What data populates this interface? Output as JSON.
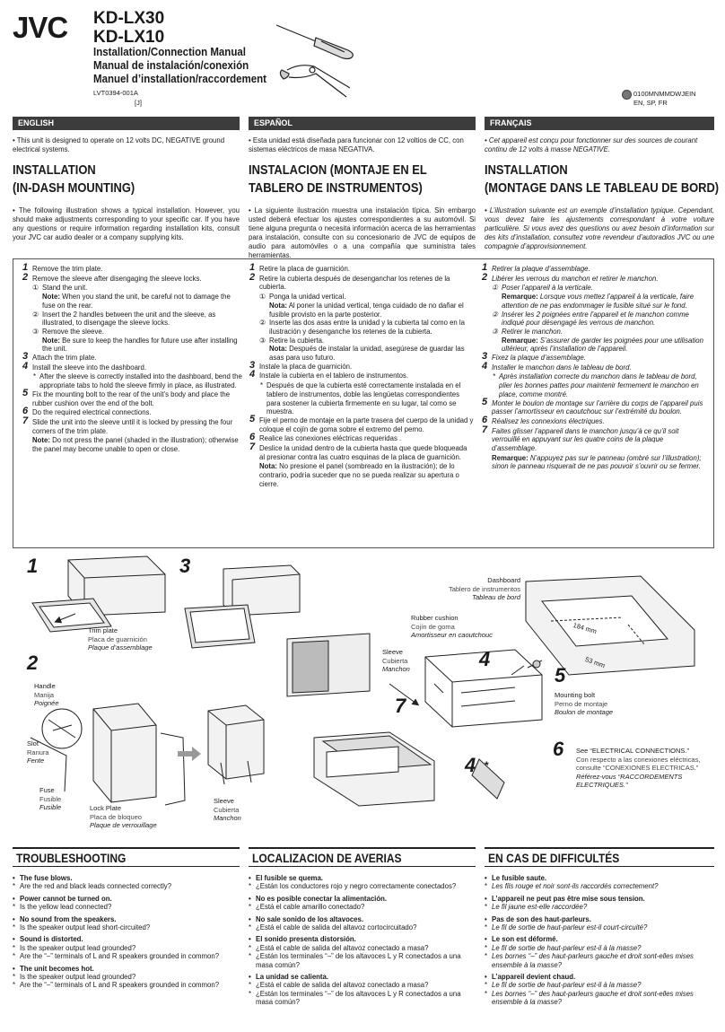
{
  "brand": "JVC",
  "models": [
    "KD-LX30",
    "KD-LX10"
  ],
  "manual_titles": [
    "Installation/Connection Manual",
    "Manual de instalación/conexión",
    "Manuel d’installation/raccordement"
  ],
  "doc_code": "LVT0394-001A",
  "doc_code_sub": "[J]",
  "region_code": "0100MNMMDWJEIN",
  "languages_code": "EN, SP, FR",
  "columns": [
    {
      "lang": "ENGLISH",
      "intro": "• This unit is designed to operate on 12 volts DC, NEGATIVE ground electrical systems.",
      "heading": [
        "INSTALLATION",
        "(IN-DASH MOUNTING)"
      ],
      "body": "• The following illustration shows a typical installation. However, you should make adjustments corresponding to your specific car. If you have any questions or require information regarding installation kits, consult your JVC car audio dealer or a company supplying kits.",
      "steps": {
        "s1": "Remove the trim plate.",
        "s2": "Remove the sleeve after disengaging the sleeve locks.",
        "s2_1": "Stand the unit.",
        "s2_1_note_label": "Note:",
        "s2_1_note": "When you stand the unit, be careful not to damage the fuse on the rear.",
        "s2_2": "Insert the 2 handles between the unit and the sleeve, as illustrated, to disengage the sleeve locks.",
        "s2_3": "Remove the sleeve.",
        "s2_3_note_label": "Note:",
        "s2_3_note": "Be sure to keep the handles for future use after installing the unit.",
        "s3": "Attach the trim plate.",
        "s4": "Install the sleeve into the dashboard.",
        "s4_ast": "After the sleeve is correctly installed into the dashboard, bend the appropriate tabs to hold the sleeve firmly in place, as illustrated.",
        "s5": "Fix the mounting bolt to the rear of the unit’s body and place the rubber cushion over the end of the bolt.",
        "s6": "Do the required electrical connections.",
        "s7": "Slide the unit into the sleeve until it is locked by pressing the four corners of the trim plate.",
        "s7_note_label": "Note:",
        "s7_note": "Do not press the panel (shaded in the illustration); otherwise the panel may become unable to open or close."
      },
      "tb_heading": "TROUBLESHOOTING",
      "tb": [
        {
          "q": "The fuse blows.",
          "a": [
            "Are the red and black leads connected correctly?"
          ]
        },
        {
          "q": "Power cannot be turned on.",
          "a": [
            "Is the yellow lead connected?"
          ]
        },
        {
          "q": "No sound from the speakers.",
          "a": [
            "Is the speaker output lead short-circuited?"
          ]
        },
        {
          "q": "Sound is distorted.",
          "a": [
            "Is the speaker output lead grounded?",
            "Are the “–” terminals of L and R speakers grounded in common?"
          ]
        },
        {
          "q": "The unit becomes hot.",
          "a": [
            "Is the speaker output lead grounded?",
            "Are the “–” terminals of L and R speakers grounded in common?"
          ]
        }
      ]
    },
    {
      "lang": "ESPAÑOL",
      "intro": "• Esta unidad está diseñada para funcionar con 12 voltios de CC, con sistemas eléctricos de masa NEGATIVA.",
      "heading": [
        "INSTALACION (MONTAJE EN EL",
        "TABLERO DE INSTRUMENTOS)"
      ],
      "body": "• La siguiente ilustración muestra una instalación típica. Sin embargo usted deberá efectuar los ajustes correspondientes a su automóvil. Si tiene alguna pregunta o necesita información acerca de las herramientas para instalación, consulte con su concesionario de JVC de equipos de audio para automóviles o a una compañía que suministra tales herramientas.",
      "steps": {
        "s1": "Retire la placa de guarnición.",
        "s2": "Retire la cubierta después de desenganchar los retenes de la cubierta.",
        "s2_1": "Ponga la unidad vertical.",
        "s2_1_note_label": "Nota:",
        "s2_1_note": "Al poner la unidad vertical, tenga cuidado de no dañar el fusible provisto en la parte posterior.",
        "s2_2": "Inserte las dos asas entre la unidad y la cubierta tal como en la ilustración y desenganche los retenes de la cubierta.",
        "s2_3": "Retire la cubierta.",
        "s2_3_note_label": "Nota:",
        "s2_3_note": "Después de instalar la unidad, asegúrese de guardar las asas para uso futuro.",
        "s3": "Instale la placa de guarnición.",
        "s4": "Instale la cubierta en el tablero de instrumentos.",
        "s4_ast": "Después de que la cubierta esté correctamente instalada en el tablero de instrumentos, doble las lengüetas correspondientes para sostener la cubierta firmemente en su lugar, tal como se muestra.",
        "s5": "Fije el perno de montaje en la parte trasera del cuerpo de la unidad y coloque el cojín de goma sobre el extremo del perno.",
        "s6": "Realice las conexiones eléctricas requeridas .",
        "s7": "Deslice la unidad dentro de la cubierta hasta que quede bloqueada al presionar contra las cuatro esquinas de la placa de guarnición.",
        "s7_note_label": "Nota:",
        "s7_note": "No presione el panel (sombreado en la ilustración); de lo contrario, podría suceder que no se pueda realizar su apertura o cierre."
      },
      "tb_heading": "LOCALIZACION DE AVERIAS",
      "tb": [
        {
          "q": "El fusible se quema.",
          "a": [
            "¿Están los conductores rojo y negro correctamente conectados?"
          ]
        },
        {
          "q": "No es posible conectar la alimentación.",
          "a": [
            "¿Está el cable amarillo conectado?"
          ]
        },
        {
          "q": "No sale sonido de los altavoces.",
          "a": [
            "¿Está el cable de salida del altavoz cortocircuitado?"
          ]
        },
        {
          "q": "El sonido presenta distorsión.",
          "a": [
            "¿Está el cable de salida del altavoz conectado a masa?",
            "¿Están los terminales “–” de los altavoces L y R conectados a una masa común?"
          ]
        },
        {
          "q": "La unidad se calienta.",
          "a": [
            "¿Está el cable de salida del altavoz conectado a masa?",
            "¿Están los terminales “–” de los altavoces L y R conectados a una masa común?"
          ]
        }
      ]
    },
    {
      "lang": "FRANÇAIS",
      "intro": "• Cet appareil est conçu pour fonctionner sur des sources de courant continu de 12 volts à masse NEGATIVE.",
      "heading": [
        "INSTALLATION",
        "(MONTAGE DANS LE TABLEAU DE BORD)"
      ],
      "body": "• L’illustration suivante est un exemple d’installation typique. Cependant, vous devez faire les ajustements correspondant à votre voiture particulière. Si vous avez des questions ou avez besoin d’information sur des kits d’installation, consultez votre revendeur d’autoradios JVC ou une compagnie d’approvisionnement.",
      "steps": {
        "s1": "Retirer la plaque d’assemblage.",
        "s2": "Libérer les verrous du manchon et retirer le manchon.",
        "s2_1": "Poser l’appareil à la verticale.",
        "s2_1_note_label": "Remarque:",
        "s2_1_note": "Lorsque vous mettez l’appareil à la verticale, faire attention de ne pas endommager le fusible situé sur le fond.",
        "s2_2": "Insérer les 2 poignées entre l’appareil et le manchon comme indiqué pour désengagé les verrous de manchon.",
        "s2_3": "Retirer le manchon.",
        "s2_3_note_label": "Remarque:",
        "s2_3_note": "S’assurer de garder les poignées pour une utilisation ultérieur, après l’installation de l’appareil.",
        "s3": "Fixez la plaque d’assemblage.",
        "s4": "Installer le manchon dans le tableau de bord.",
        "s4_ast": "Après installation correcte du manchon dans le tableau de bord, plier les bonnes pattes pour maintenir fermement le manchon en place, comme montré.",
        "s5": "Monter le boulon de montage sur l’arrière du corps de l’appareil puis passer l’amortisseur en caoutchouc sur l’extrémité du boulon.",
        "s6": "Réalisez les connexions électriques.",
        "s7": "Faites glisser l’appareil dans le manchon jusqu’à ce qu’il soit verrouillé en appuyant sur les quatre coins de la plaque d’assemblage.",
        "s7_note_label": "Remarque:",
        "s7_note": "N’appuyez pas sur le panneau (ombré sur l’illustration); sinon le panneau risquerait de ne pas pouvoir s’ouvrir ou se fermer."
      },
      "tb_heading": "EN CAS DE DIFFICULTÉS",
      "tb": [
        {
          "q": "Le fusible saute.",
          "a": [
            "Les fils rouge et noir sont-ils raccordés correctement?"
          ]
        },
        {
          "q": "L’appareil ne peut pas être mise sous tension.",
          "a": [
            "Le fil jaune est-elle raccordée?"
          ]
        },
        {
          "q": "Pas de son des haut-parleurs.",
          "a": [
            "Le fil de sortie de haut-parleur est-il court-circuité?"
          ]
        },
        {
          "q": "Le son est déformé.",
          "a": [
            "Le fil de sortie de haut-parleur est-il à la masse?",
            "Les bornes “–” des haut-parleurs gauche et droit sont-elles mises ensemble à la masse?"
          ]
        },
        {
          "q": "L’appareil devient chaud.",
          "a": [
            "Le fil de sortie de haut-parleur est-il à la masse?",
            "Les bornes “–” des haut-parleurs gauche et droit sont-elles mises ensemble à la masse?"
          ]
        }
      ]
    }
  ],
  "figure": {
    "step_numbers": [
      "1",
      "2",
      "3",
      "4",
      "5",
      "6",
      "7"
    ],
    "asterisk": "*",
    "trim_plate": [
      "Trim plate",
      "Placa de guarnición",
      "Plaque d’assemblage"
    ],
    "handle": [
      "Handle",
      "Manija",
      "Poignée"
    ],
    "slot": [
      "Slot",
      "Ranura",
      "Fente"
    ],
    "fuse": [
      "Fuse",
      "Fusible",
      "Fusible"
    ],
    "lock_plate": [
      "Lock Plate",
      "Placa de bloqueo",
      "Plaque de verrouillage"
    ],
    "sleeve_left": [
      "Sleeve",
      "Cubierta",
      "Manchon"
    ],
    "sleeve_mid": [
      "Sleeve",
      "Cubierta",
      "Manchon"
    ],
    "dashboard": [
      "Dashboard",
      "Tablero de instrumentos",
      "Tableau de bord"
    ],
    "rubber_cushion": [
      "Rubber cushion",
      "Cojín de goma",
      "Amortisseur en caoutchouc"
    ],
    "mounting_bolt": [
      "Mounting bolt",
      "Perno de montaje",
      "Boulon de montage"
    ],
    "dim_width": "184 mm",
    "dim_height": "53 mm",
    "elec_ref": [
      "See “ELECTRICAL CONNECTIONS.”",
      "Con respecto a las conexiones eléctricas, consulte “CONEXIONES ELECTRICAS.”",
      "Référez-vous “RACCORDEMENTS ELECTRIQUES.”"
    ]
  }
}
